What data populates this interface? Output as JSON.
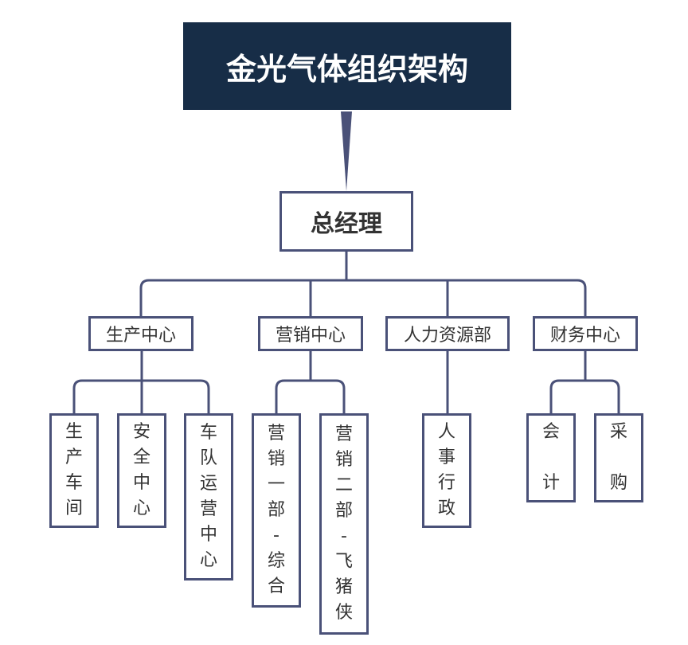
{
  "colors": {
    "root_fill": "#172d47",
    "line": "#4a5178",
    "text": "#333333",
    "root_text": "#ffffff"
  },
  "root": {
    "label": "金光气体组织架构"
  },
  "manager": {
    "label": "总经理"
  },
  "departments": [
    {
      "label": "生产中心",
      "units": [
        [
          "生",
          "产",
          "车",
          "间"
        ],
        [
          "安",
          "全",
          "中",
          "心"
        ],
        [
          "车",
          "队",
          "运",
          "营",
          "中",
          "心"
        ]
      ]
    },
    {
      "label": "营销中心",
      "units": [
        [
          "营",
          "销",
          "一",
          "部",
          "-",
          "综",
          "合"
        ],
        [
          "营",
          "销",
          "二",
          "部",
          "-",
          "飞",
          "猪",
          "侠"
        ]
      ]
    },
    {
      "label": "人力资源部",
      "units": [
        [
          "人",
          "事",
          "行",
          "政"
        ]
      ]
    },
    {
      "label": "财务中心",
      "units": [
        [
          "会",
          "计"
        ],
        [
          "采",
          "购"
        ]
      ]
    }
  ]
}
